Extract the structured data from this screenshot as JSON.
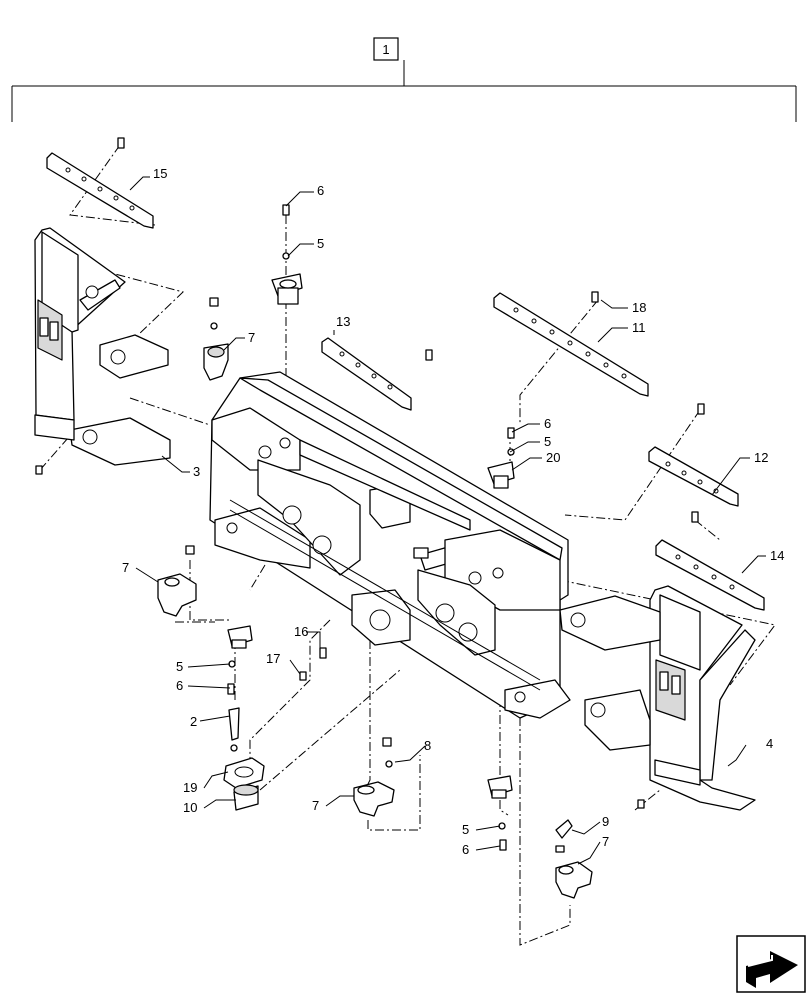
{
  "diagram": {
    "assembly_ref": "1",
    "callouts": [
      {
        "id": "c15",
        "label": "15"
      },
      {
        "id": "c6a",
        "label": "6"
      },
      {
        "id": "c5a",
        "label": "5"
      },
      {
        "id": "c18",
        "label": "18"
      },
      {
        "id": "c11",
        "label": "11"
      },
      {
        "id": "c13",
        "label": "13"
      },
      {
        "id": "c7a",
        "label": "7"
      },
      {
        "id": "c6b",
        "label": "6"
      },
      {
        "id": "c5b",
        "label": "5"
      },
      {
        "id": "c20",
        "label": "20"
      },
      {
        "id": "c12",
        "label": "12"
      },
      {
        "id": "c3",
        "label": "3"
      },
      {
        "id": "c14",
        "label": "14"
      },
      {
        "id": "c7b",
        "label": "7"
      },
      {
        "id": "c16",
        "label": "16"
      },
      {
        "id": "c17",
        "label": "17"
      },
      {
        "id": "c5c",
        "label": "5"
      },
      {
        "id": "c6c",
        "label": "6"
      },
      {
        "id": "c2",
        "label": "2"
      },
      {
        "id": "c8",
        "label": "8"
      },
      {
        "id": "c4",
        "label": "4"
      },
      {
        "id": "c19",
        "label": "19"
      },
      {
        "id": "c10",
        "label": "10"
      },
      {
        "id": "c7c",
        "label": "7"
      },
      {
        "id": "c9",
        "label": "9"
      },
      {
        "id": "c7d",
        "label": "7"
      },
      {
        "id": "c5d",
        "label": "5"
      },
      {
        "id": "c6d",
        "label": "6"
      }
    ],
    "nav_icon": "next-page-arrow-icon"
  }
}
